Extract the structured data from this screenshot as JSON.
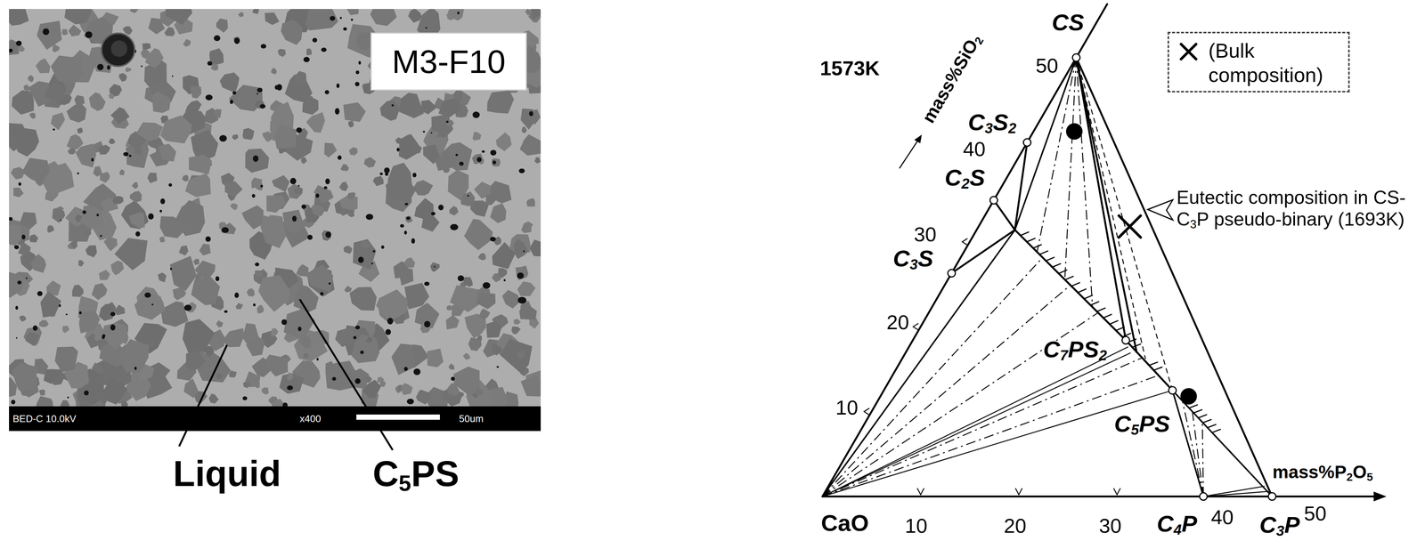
{
  "diagram": {
    "nodes": [
      {
        "text": [
          "M3-F10"
        ]
      },
      {
        "text": [
          "BED-C 10.0kV",
          "x400",
          "50um"
        ]
      }
    ],
    "labels": [
      "Liquid",
      "C5PS",
      "1573K",
      "mass%SiO2",
      "CS",
      "50",
      "C3S2",
      "40",
      "C2S",
      "30",
      "C3S",
      "20",
      "10",
      "C7PS2",
      "C5PS",
      "CaO",
      "10",
      "20",
      "30",
      "C4P",
      "40",
      "C3P",
      "50",
      "mass%P2O5",
      "Eutectic composition in CS-C3P pseudo-binary (1693K)"
    ],
    "legend": [
      {
        "text": "(Bulk composition)"
      }
    ]
  }
}
